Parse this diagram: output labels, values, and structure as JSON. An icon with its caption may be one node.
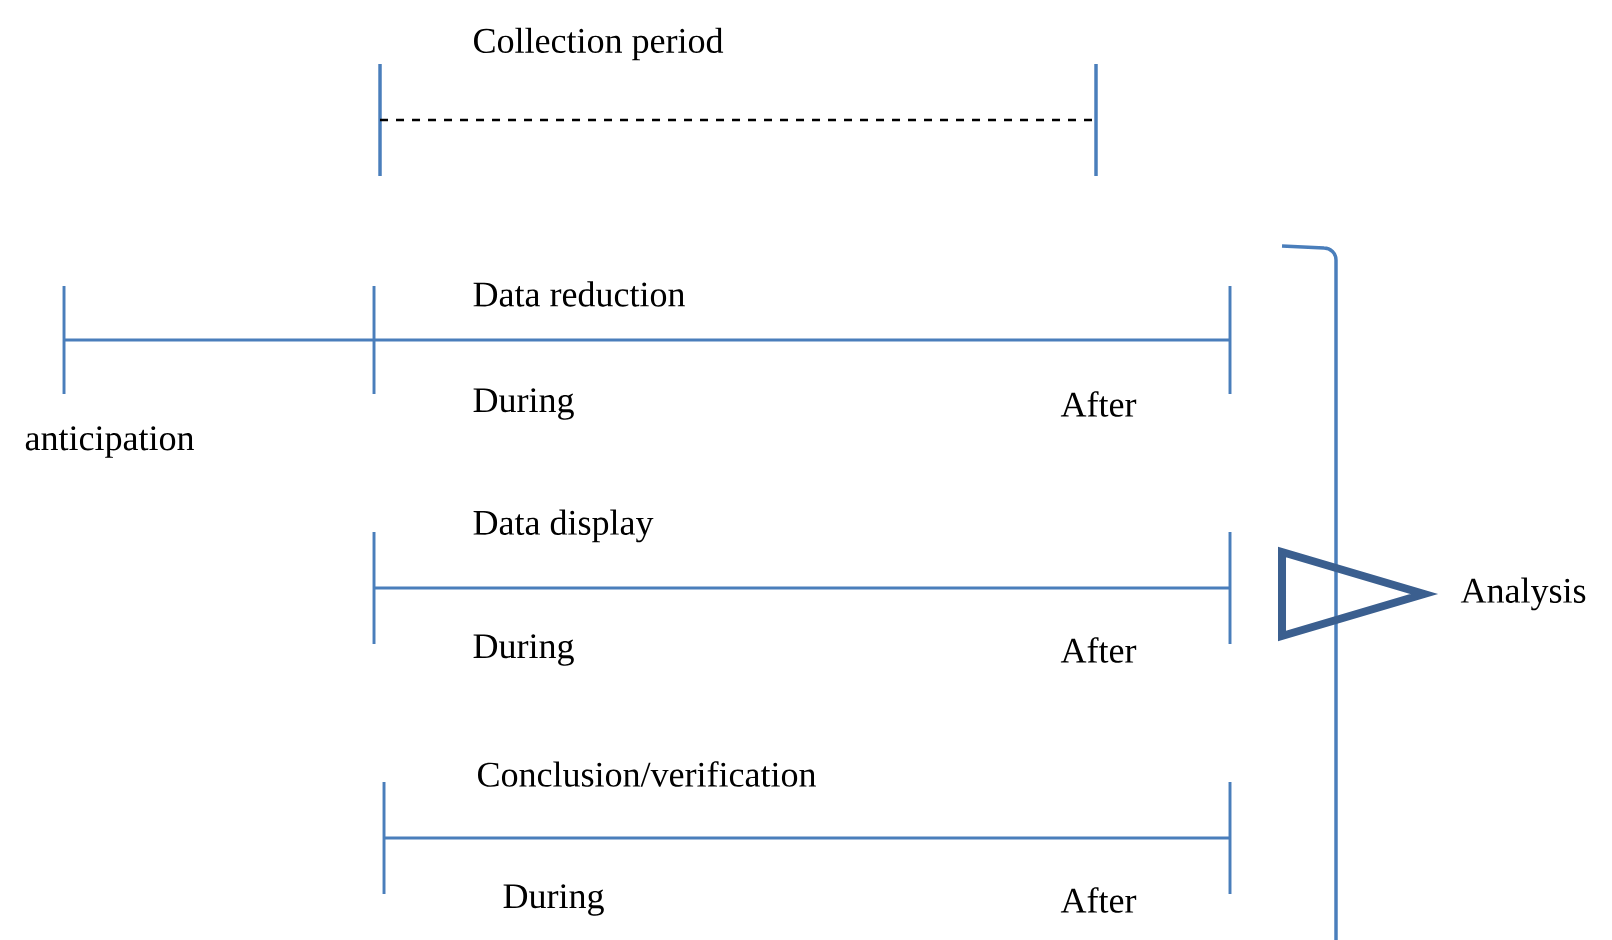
{
  "diagram": {
    "labels": [
      "Collection period",
      "Data reduction",
      "During",
      "After",
      "anticipation",
      "Data display",
      "Analysis",
      "During",
      "After",
      "Conclusion/verification",
      "During",
      "After"
    ]
  }
}
